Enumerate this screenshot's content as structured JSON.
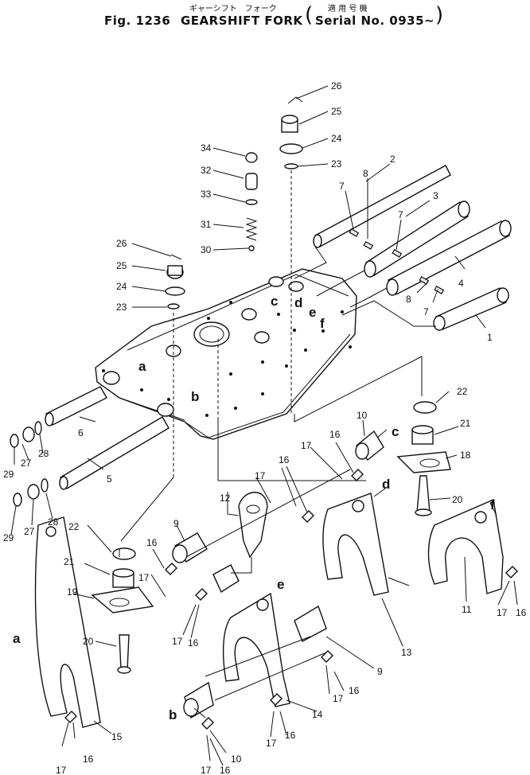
{
  "header": {
    "title_kana": "ギャーシフト　フォーク",
    "fig_label": "Fig. 1236",
    "title": "GEARSHIFT FORK",
    "serial_kana": "適 用 号 機",
    "serial": "Serial No. 0935~"
  },
  "callouts": {
    "n1": "1",
    "n2": "2",
    "n3": "3",
    "n4": "4",
    "n5": "5",
    "n6": "6",
    "n7": "7",
    "n8": "8",
    "n9": "9",
    "n10": "10",
    "n11": "11",
    "n12": "12",
    "n13": "13",
    "n14": "14",
    "n15": "15",
    "n16": "16",
    "n17": "17",
    "n18": "18",
    "n19": "19",
    "n20": "20",
    "n21": "21",
    "n22": "22",
    "n23": "23",
    "n24": "24",
    "n25": "25",
    "n26": "26",
    "n27": "27",
    "n28": "28",
    "n29": "29",
    "n30": "30",
    "n31": "31",
    "n32": "32",
    "n33": "33",
    "n34": "34"
  },
  "letters": {
    "a": "a",
    "b": "b",
    "c": "c",
    "d": "d",
    "e": "e",
    "f": "f"
  }
}
